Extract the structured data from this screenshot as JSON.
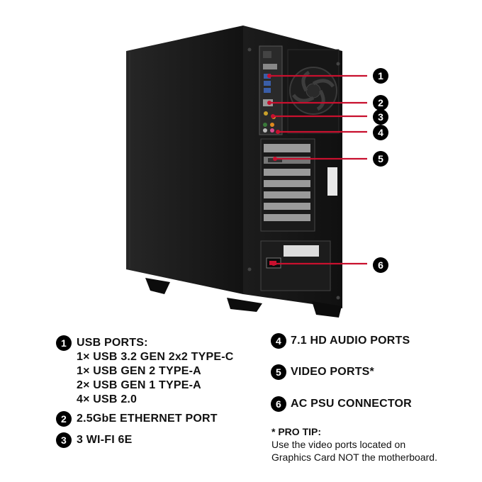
{
  "callouts": [
    {
      "number": "1",
      "title": "USB PORTS:",
      "details": [
        "1× USB 3.2 GEN 2x2 TYPE-C",
        "1× USB GEN 2 TYPE-A",
        "2× USB GEN 1 TYPE-A",
        "4× USB 2.0"
      ]
    },
    {
      "number": "2",
      "title": "2.5GbE ETHERNET PORT"
    },
    {
      "number": "3",
      "title": "3 WI-FI 6E"
    },
    {
      "number": "4",
      "title": "7.1 HD AUDIO PORTS"
    },
    {
      "number": "5",
      "title": "VIDEO PORTS*"
    },
    {
      "number": "6",
      "title": "AC PSU CONNECTOR"
    }
  ],
  "pro_tip": {
    "heading": "* PRO TIP:",
    "line1": "Use the video ports located on",
    "line2": "Graphics Card NOT the motherboard."
  },
  "colors": {
    "callout_line": "#c8102e",
    "case": "#1b1b1b",
    "badge": "#000000"
  }
}
